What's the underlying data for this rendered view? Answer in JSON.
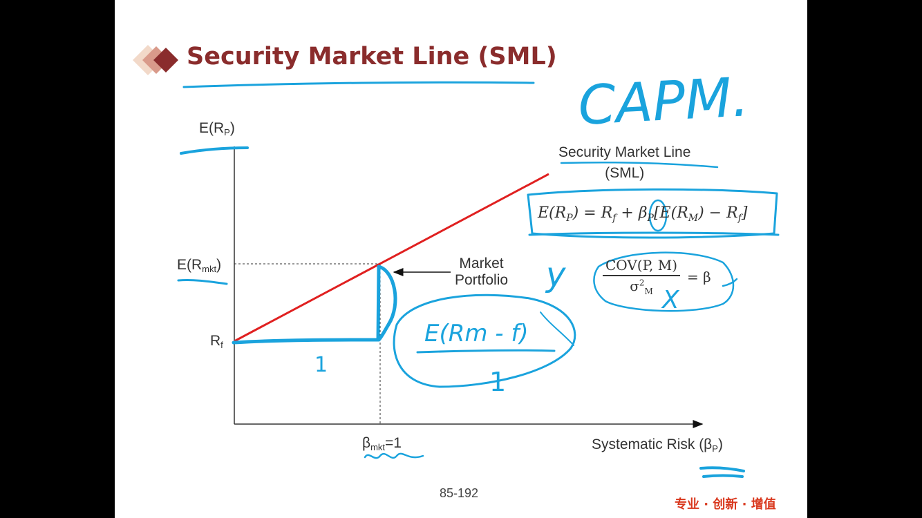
{
  "slide": {
    "title": "Security Market Line (SML)",
    "page_number": "85-192",
    "footer_brand": "专业 · 创新 · 增值"
  },
  "diagram": {
    "y_axis_label": {
      "main": "E(R",
      "sub": "P",
      "end": ")"
    },
    "x_axis_label": {
      "main": "Systematic Risk (β",
      "sub": "P",
      "end": ")"
    },
    "emkt_label": {
      "main": "E(R",
      "sub": "mkt",
      "end": ")"
    },
    "rf_label": {
      "main": "R",
      "sub": "f"
    },
    "beta_mkt_label": {
      "main": "β",
      "sub": "mkt",
      "end": "=1"
    },
    "sml_line_label": [
      "Security Market Line",
      "(SML)"
    ],
    "market_portfolio_label": [
      "Market",
      "Portfolio"
    ],
    "formula": {
      "lhs": "E(R",
      "lhs_sub": "P",
      "mid": ") = R",
      "rf_sub": "f",
      "plus": " + β",
      "beta_sub": "P",
      "bracket": "[E(R",
      "m_sub": "M",
      "minus": ") − R",
      "rf_sub2": "f",
      "close": "]"
    },
    "beta_formula": {
      "numerator": "COV(P, M)",
      "denominator": "σ",
      "den_sup": "2",
      "den_sub": "M",
      "rhs": "= β"
    }
  },
  "handwriting": {
    "capm": "CAPM.",
    "slope_fraction_num": "E(Rm - f)",
    "slope_fraction_den": "1",
    "run_label": "1",
    "y_mark": "y",
    "x_mark": "X"
  },
  "colors": {
    "title": "#8a2c2c",
    "sml_line": "#e02020",
    "annotation": "#1aa3dd",
    "footer": "#d9381e"
  }
}
